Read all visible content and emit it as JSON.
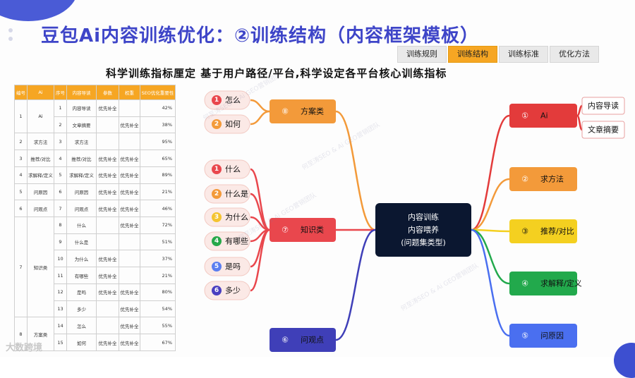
{
  "title": "豆包Ai内容训练优化：②训练结构（内容框架模板）",
  "tabs": [
    {
      "label": "训练规则",
      "active": false
    },
    {
      "label": "训练结构",
      "active": true
    },
    {
      "label": "训练标准",
      "active": false
    },
    {
      "label": "优化方法",
      "active": false
    }
  ],
  "subtitle": "科学训练指标厘定 基于用户路径/平台,科学设定各平台核心训练指标",
  "table": {
    "headers": [
      "编号",
      "Ai",
      "序号",
      "内容导读",
      "参数",
      "权重",
      "SEO优化重要性"
    ],
    "groups": [
      {
        "no": "1",
        "name": "Ai",
        "rows": [
          {
            "idx": "1",
            "item": "内容导读",
            "param": "优先补全",
            "weight": "",
            "seo": "42%"
          },
          {
            "idx": "2",
            "item": "文章摘要",
            "param": "",
            "weight": "优先补全",
            "seo": "38%"
          }
        ]
      },
      {
        "no": "2",
        "name": "求方法",
        "rows": [
          {
            "idx": "3",
            "item": "求方法",
            "param": "",
            "weight": "",
            "seo": "95%"
          }
        ]
      },
      {
        "no": "3",
        "name": "推荐/对比",
        "rows": [
          {
            "idx": "4",
            "item": "推荐/对比",
            "param": "优先补全",
            "weight": "优先补全",
            "seo": "65%"
          }
        ]
      },
      {
        "no": "4",
        "name": "求解释/定义",
        "rows": [
          {
            "idx": "5",
            "item": "求解释/定义",
            "param": "优先补全",
            "weight": "优先补全",
            "seo": "89%"
          }
        ]
      },
      {
        "no": "5",
        "name": "问原因",
        "rows": [
          {
            "idx": "6",
            "item": "问原因",
            "param": "优先补全",
            "weight": "优先补全",
            "seo": "21%"
          }
        ]
      },
      {
        "no": "6",
        "name": "问观点",
        "rows": [
          {
            "idx": "7",
            "item": "问观点",
            "param": "优先补全",
            "weight": "优先补全",
            "seo": "46%"
          }
        ]
      },
      {
        "no": "7",
        "name": "知识类",
        "rows": [
          {
            "idx": "8",
            "item": "什么",
            "param": "",
            "weight": "优先补全",
            "seo": "72%"
          },
          {
            "idx": "9",
            "item": "什么是",
            "param": "",
            "weight": "",
            "seo": "51%"
          },
          {
            "idx": "10",
            "item": "为什么",
            "param": "优先补全",
            "weight": "",
            "seo": "37%"
          },
          {
            "idx": "11",
            "item": "有哪些",
            "param": "优先补全",
            "weight": "",
            "seo": "21%"
          },
          {
            "idx": "12",
            "item": "是吗",
            "param": "优先补全",
            "weight": "优先补全",
            "seo": "80%"
          },
          {
            "idx": "13",
            "item": "多少",
            "param": "",
            "weight": "优先补全",
            "seo": "54%"
          }
        ]
      },
      {
        "no": "8",
        "name": "方案类",
        "rows": [
          {
            "idx": "14",
            "item": "怎么",
            "param": "",
            "weight": "优先补全",
            "seo": "55%"
          },
          {
            "idx": "15",
            "item": "如何",
            "param": "优先补全",
            "weight": "优先补全",
            "seo": "67%"
          }
        ]
      }
    ]
  },
  "mindmap": {
    "center_lines": [
      "内容训练",
      "内容喂养",
      "(问题集类型)"
    ],
    "left": [
      {
        "num": "⑧",
        "label": "方案类",
        "color": "#f39a3a",
        "children": [
          {
            "num": "1",
            "label": "怎么",
            "color": "#e9474d"
          },
          {
            "num": "2",
            "label": "如何",
            "color": "#f39a3a"
          }
        ]
      },
      {
        "num": "⑦",
        "label": "知识类",
        "color": "#e9474d",
        "children": [
          {
            "num": "1",
            "label": "什么",
            "color": "#e9474d"
          },
          {
            "num": "2",
            "label": "什么是",
            "color": "#f39a3a"
          },
          {
            "num": "3",
            "label": "为什么",
            "color": "#f4c430"
          },
          {
            "num": "4",
            "label": "有哪些",
            "color": "#27a84a"
          },
          {
            "num": "5",
            "label": "是吗",
            "color": "#5b7ef0"
          },
          {
            "num": "6",
            "label": "多少",
            "color": "#4a3fc0"
          }
        ]
      },
      {
        "num": "⑥",
        "label": "问观点",
        "color": "#3f3fb8",
        "children": []
      }
    ],
    "right": [
      {
        "num": "①",
        "label": "Ai",
        "color": "#e33b3b",
        "children": [
          {
            "label": "内容导读"
          },
          {
            "label": "文章摘要"
          }
        ]
      },
      {
        "num": "②",
        "label": "求方法",
        "color": "#f39a3a",
        "children": []
      },
      {
        "num": "③",
        "label": "推荐/对比",
        "color": "#f4d020",
        "children": []
      },
      {
        "num": "④",
        "label": "求解释/定义",
        "color": "#22a94c",
        "children": []
      },
      {
        "num": "⑤",
        "label": "问原因",
        "color": "#4a6ff0",
        "children": []
      }
    ]
  },
  "watermark": "何至涛SEO & Ai GEO营销团队",
  "logo": "大数跨境",
  "colors": {
    "title": "#3e45c8",
    "active_tab": "#f6a623",
    "center": "#0b1730"
  }
}
